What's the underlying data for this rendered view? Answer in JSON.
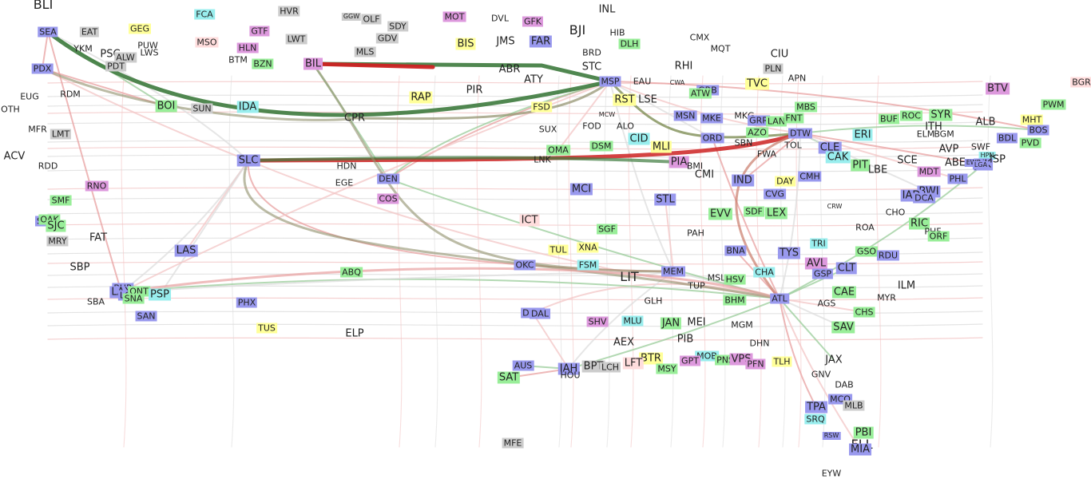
{
  "fill_colors": {
    "blue": "#9999ee",
    "green": "#99ee99",
    "yellow": "#ffff99",
    "pink": "#dd99dd",
    "cyan": "#99eeee",
    "lightpink": "#ffdddd",
    "gray": "#cccccc",
    "none": "transparent"
  },
  "route_colors": {
    "green_thick": "#3d7a3d",
    "red_thick": "#cc2222",
    "olive": "#8f8f6a",
    "light_red": "#e8a0a0",
    "light_green": "#99cc99",
    "faint_gray": "#dddddd",
    "faint_red": "#f3c6c6",
    "faint_green": "#cfe8cf"
  },
  "airports": [
    {
      "code": "BLI",
      "fill": "none",
      "size": "xl"
    },
    {
      "code": "SEA",
      "fill": "blue",
      "size": "n"
    },
    {
      "code": "EAT",
      "fill": "gray",
      "size": "n"
    },
    {
      "code": "GEG",
      "fill": "yellow",
      "size": "n"
    },
    {
      "code": "FCA",
      "fill": "cyan",
      "size": "n"
    },
    {
      "code": "HVR",
      "fill": "gray",
      "size": "n"
    },
    {
      "code": "GGW",
      "fill": "gray",
      "size": "sm"
    },
    {
      "code": "OLF",
      "fill": "gray",
      "size": "n"
    },
    {
      "code": "MOT",
      "fill": "pink",
      "size": "n"
    },
    {
      "code": "DVL",
      "fill": "none",
      "size": "n"
    },
    {
      "code": "GFK",
      "fill": "pink",
      "size": "n"
    },
    {
      "code": "INL",
      "fill": "none",
      "size": "big"
    },
    {
      "code": "GTF",
      "fill": "pink",
      "size": "n"
    },
    {
      "code": "MSO",
      "fill": "lightpink",
      "size": "n"
    },
    {
      "code": "LWT",
      "fill": "gray",
      "size": "n"
    },
    {
      "code": "SDY",
      "fill": "gray",
      "size": "n"
    },
    {
      "code": "GDV",
      "fill": "gray",
      "size": "n"
    },
    {
      "code": "BIS",
      "fill": "yellow",
      "size": "big"
    },
    {
      "code": "JMS",
      "fill": "none",
      "size": "big"
    },
    {
      "code": "FAR",
      "fill": "blue",
      "size": "big"
    },
    {
      "code": "BJI",
      "fill": "none",
      "size": "xl"
    },
    {
      "code": "HIB",
      "fill": "none",
      "size": "n"
    },
    {
      "code": "DLH",
      "fill": "green",
      "size": "n"
    },
    {
      "code": "YKM",
      "fill": "none",
      "size": "n"
    },
    {
      "code": "PUW",
      "fill": "none",
      "size": "n"
    },
    {
      "code": "PSC",
      "fill": "none",
      "size": "big"
    },
    {
      "code": "LWS",
      "fill": "none",
      "size": "n"
    },
    {
      "code": "ALW",
      "fill": "gray",
      "size": "n"
    },
    {
      "code": "PDT",
      "fill": "gray",
      "size": "n"
    },
    {
      "code": "HLN",
      "fill": "pink",
      "size": "n"
    },
    {
      "code": "MLS",
      "fill": "gray",
      "size": "n"
    },
    {
      "code": "BTM",
      "fill": "none",
      "size": "n"
    },
    {
      "code": "BZN",
      "fill": "green",
      "size": "n"
    },
    {
      "code": "BIL",
      "fill": "pink",
      "size": "big"
    },
    {
      "code": "CMX",
      "fill": "none",
      "size": "n"
    },
    {
      "code": "MQT",
      "fill": "none",
      "size": "n"
    },
    {
      "code": "CIU",
      "fill": "none",
      "size": "big"
    },
    {
      "code": "BRD",
      "fill": "none",
      "size": "n"
    },
    {
      "code": "STC",
      "fill": "none",
      "size": "big"
    },
    {
      "code": "ABR",
      "fill": "none",
      "size": "big"
    },
    {
      "code": "PLN",
      "fill": "gray",
      "size": "n"
    },
    {
      "code": "PDX",
      "fill": "blue",
      "size": "n"
    },
    {
      "code": "RHI",
      "fill": "none",
      "size": "big"
    },
    {
      "code": "APN",
      "fill": "none",
      "size": "n"
    },
    {
      "code": "ATY",
      "fill": "none",
      "size": "big"
    },
    {
      "code": "MSP",
      "fill": "blue",
      "size": "n"
    },
    {
      "code": "EAU",
      "fill": "none",
      "size": "n"
    },
    {
      "code": "CWA",
      "fill": "none",
      "size": "sm"
    },
    {
      "code": "TVC",
      "fill": "yellow",
      "size": "big"
    },
    {
      "code": "BTV",
      "fill": "pink",
      "size": "big"
    },
    {
      "code": "BGR",
      "fill": "lightpink",
      "size": "n"
    },
    {
      "code": "EUG",
      "fill": "none",
      "size": "n"
    },
    {
      "code": "RDM",
      "fill": "none",
      "size": "n"
    },
    {
      "code": "PIR",
      "fill": "none",
      "size": "big"
    },
    {
      "code": "RAP",
      "fill": "yellow",
      "size": "big"
    },
    {
      "code": "GRB",
      "fill": "blue",
      "size": "n"
    },
    {
      "code": "ATW",
      "fill": "green",
      "size": "n"
    },
    {
      "code": "RST",
      "fill": "yellow",
      "size": "big"
    },
    {
      "code": "LSE",
      "fill": "none",
      "size": "big"
    },
    {
      "code": "PWM",
      "fill": "green",
      "size": "n"
    },
    {
      "code": "BOI",
      "fill": "green",
      "size": "big"
    },
    {
      "code": "SUN",
      "fill": "gray",
      "size": "n"
    },
    {
      "code": "IDA",
      "fill": "cyan",
      "size": "big"
    },
    {
      "code": "OTH",
      "fill": "none",
      "size": "n"
    },
    {
      "code": "FSD",
      "fill": "yellow",
      "size": "n"
    },
    {
      "code": "MCW",
      "fill": "none",
      "size": "sm"
    },
    {
      "code": "MBS",
      "fill": "green",
      "size": "n"
    },
    {
      "code": "MSN",
      "fill": "blue",
      "size": "n"
    },
    {
      "code": "MKE",
      "fill": "blue",
      "size": "n"
    },
    {
      "code": "MKG",
      "fill": "none",
      "size": "n"
    },
    {
      "code": "GRR",
      "fill": "blue",
      "size": "n"
    },
    {
      "code": "LAN",
      "fill": "green",
      "size": "n"
    },
    {
      "code": "FNT",
      "fill": "green",
      "size": "n"
    },
    {
      "code": "BUF",
      "fill": "green",
      "size": "n"
    },
    {
      "code": "ROC",
      "fill": "green",
      "size": "n"
    },
    {
      "code": "SYR",
      "fill": "green",
      "size": "big"
    },
    {
      "code": "ALB",
      "fill": "none",
      "size": "big"
    },
    {
      "code": "MHT",
      "fill": "yellow",
      "size": "n"
    },
    {
      "code": "BOS",
      "fill": "blue",
      "size": "n"
    },
    {
      "code": "CPR",
      "fill": "none",
      "size": "big"
    },
    {
      "code": "FOD",
      "fill": "none",
      "size": "n"
    },
    {
      "code": "ALO",
      "fill": "none",
      "size": "n"
    },
    {
      "code": "SUX",
      "fill": "none",
      "size": "n"
    },
    {
      "code": "MFR",
      "fill": "none",
      "size": "n"
    },
    {
      "code": "LMT",
      "fill": "gray",
      "size": "n"
    },
    {
      "code": "CID",
      "fill": "cyan",
      "size": "big"
    },
    {
      "code": "MLI",
      "fill": "yellow",
      "size": "big"
    },
    {
      "code": "AZO",
      "fill": "green",
      "size": "n"
    },
    {
      "code": "ORD",
      "fill": "blue",
      "size": "n"
    },
    {
      "code": "SBN",
      "fill": "none",
      "size": "n"
    },
    {
      "code": "DTW",
      "fill": "blue",
      "size": "n"
    },
    {
      "code": "ERI",
      "fill": "cyan",
      "size": "big"
    },
    {
      "code": "ITH",
      "fill": "none",
      "size": "big"
    },
    {
      "code": "ELM",
      "fill": "none",
      "size": "n"
    },
    {
      "code": "BGM",
      "fill": "none",
      "size": "n"
    },
    {
      "code": "BDL",
      "fill": "blue",
      "size": "n"
    },
    {
      "code": "PVD",
      "fill": "green",
      "size": "n"
    },
    {
      "code": "DSM",
      "fill": "green",
      "size": "n"
    },
    {
      "code": "OMA",
      "fill": "green",
      "size": "n"
    },
    {
      "code": "TOL",
      "fill": "none",
      "size": "n"
    },
    {
      "code": "CLE",
      "fill": "blue",
      "size": "big"
    },
    {
      "code": "AVP",
      "fill": "none",
      "size": "big"
    },
    {
      "code": "SWF",
      "fill": "none",
      "size": "n"
    },
    {
      "code": "HPN",
      "fill": "cyan",
      "size": "sm"
    },
    {
      "code": "ACV",
      "fill": "none",
      "size": "big"
    },
    {
      "code": "FWA",
      "fill": "none",
      "size": "n"
    },
    {
      "code": "CAK",
      "fill": "cyan",
      "size": "big"
    },
    {
      "code": "SLC",
      "fill": "blue",
      "size": "big"
    },
    {
      "code": "LNK",
      "fill": "none",
      "size": "n"
    },
    {
      "code": "PIA",
      "fill": "pink",
      "size": "big"
    },
    {
      "code": "BMI",
      "fill": "none",
      "size": "n"
    },
    {
      "code": "SCE",
      "fill": "none",
      "size": "big"
    },
    {
      "code": "ABE",
      "fill": "none",
      "size": "big"
    },
    {
      "code": "JFK",
      "fill": "blue",
      "size": "big"
    },
    {
      "code": "ISP",
      "fill": "none",
      "size": "big"
    },
    {
      "code": "EWR",
      "fill": "blue",
      "size": "sm"
    },
    {
      "code": "LGA",
      "fill": "blue",
      "size": "sm"
    },
    {
      "code": "RDD",
      "fill": "none",
      "size": "n"
    },
    {
      "code": "HDN",
      "fill": "none",
      "size": "n"
    },
    {
      "code": "PIT",
      "fill": "green",
      "size": "big"
    },
    {
      "code": "LBE",
      "fill": "none",
      "size": "big"
    },
    {
      "code": "MDT",
      "fill": "pink",
      "size": "n"
    },
    {
      "code": "CMI",
      "fill": "none",
      "size": "big"
    },
    {
      "code": "PHL",
      "fill": "blue",
      "size": "n"
    },
    {
      "code": "EGE",
      "fill": "none",
      "size": "n"
    },
    {
      "code": "DEN",
      "fill": "blue",
      "size": "n"
    },
    {
      "code": "IND",
      "fill": "blue",
      "size": "big"
    },
    {
      "code": "DAY",
      "fill": "yellow",
      "size": "n"
    },
    {
      "code": "CMH",
      "fill": "blue",
      "size": "n"
    },
    {
      "code": "RNO",
      "fill": "pink",
      "size": "n"
    },
    {
      "code": "MCI",
      "fill": "blue",
      "size": "big"
    },
    {
      "code": "BWI",
      "fill": "blue",
      "size": "big"
    },
    {
      "code": "IAD",
      "fill": "blue",
      "size": "big"
    },
    {
      "code": "DCA",
      "fill": "blue",
      "size": "n"
    },
    {
      "code": "CVG",
      "fill": "blue",
      "size": "n"
    },
    {
      "code": "SMF",
      "fill": "green",
      "size": "n"
    },
    {
      "code": "COS",
      "fill": "pink",
      "size": "n"
    },
    {
      "code": "STL",
      "fill": "blue",
      "size": "big"
    },
    {
      "code": "CRW",
      "fill": "none",
      "size": "sm"
    },
    {
      "code": "SFO",
      "fill": "blue",
      "size": "n"
    },
    {
      "code": "OAK",
      "fill": "green",
      "size": "n"
    },
    {
      "code": "SJC",
      "fill": "green",
      "size": "big"
    },
    {
      "code": "EVV",
      "fill": "green",
      "size": "big"
    },
    {
      "code": "SDF",
      "fill": "green",
      "size": "n"
    },
    {
      "code": "LEX",
      "fill": "green",
      "size": "big"
    },
    {
      "code": "CHO",
      "fill": "none",
      "size": "n"
    },
    {
      "code": "ICT",
      "fill": "lightpink",
      "size": "big"
    },
    {
      "code": "SGF",
      "fill": "green",
      "size": "n"
    },
    {
      "code": "ROA",
      "fill": "none",
      "size": "n"
    },
    {
      "code": "RIC",
      "fill": "green",
      "size": "big"
    },
    {
      "code": "PHF",
      "fill": "none",
      "size": "n"
    },
    {
      "code": "ORF",
      "fill": "green",
      "size": "n"
    },
    {
      "code": "FAT",
      "fill": "none",
      "size": "big"
    },
    {
      "code": "PAH",
      "fill": "none",
      "size": "n"
    },
    {
      "code": "MRY",
      "fill": "gray",
      "size": "n"
    },
    {
      "code": "TRI",
      "fill": "cyan",
      "size": "n"
    },
    {
      "code": "TUL",
      "fill": "yellow",
      "size": "n"
    },
    {
      "code": "XNA",
      "fill": "yellow",
      "size": "n"
    },
    {
      "code": "LAS",
      "fill": "blue",
      "size": "big"
    },
    {
      "code": "BNA",
      "fill": "blue",
      "size": "n"
    },
    {
      "code": "TYS",
      "fill": "blue",
      "size": "big"
    },
    {
      "code": "GSO",
      "fill": "green",
      "size": "n"
    },
    {
      "code": "RDU",
      "fill": "blue",
      "size": "n"
    },
    {
      "code": "AVL",
      "fill": "pink",
      "size": "big"
    },
    {
      "code": "OKC",
      "fill": "blue",
      "size": "n"
    },
    {
      "code": "FSM",
      "fill": "cyan",
      "size": "n"
    },
    {
      "code": "SBP",
      "fill": "none",
      "size": "big"
    },
    {
      "code": "MEM",
      "fill": "blue",
      "size": "n"
    },
    {
      "code": "CHA",
      "fill": "cyan",
      "size": "n"
    },
    {
      "code": "GSP",
      "fill": "blue",
      "size": "n"
    },
    {
      "code": "CLT",
      "fill": "blue",
      "size": "big"
    },
    {
      "code": "ABQ",
      "fill": "green",
      "size": "n"
    },
    {
      "code": "LIT",
      "fill": "none",
      "size": "xl"
    },
    {
      "code": "MSL",
      "fill": "none",
      "size": "n"
    },
    {
      "code": "HSV",
      "fill": "green",
      "size": "n"
    },
    {
      "code": "CAE",
      "fill": "green",
      "size": "big"
    },
    {
      "code": "ILM",
      "fill": "none",
      "size": "big"
    },
    {
      "code": "BUR",
      "fill": "blue",
      "size": "n"
    },
    {
      "code": "LAX",
      "fill": "blue",
      "size": "big"
    },
    {
      "code": "LGB",
      "fill": "blue",
      "size": "n"
    },
    {
      "code": "ONT",
      "fill": "green",
      "size": "n"
    },
    {
      "code": "SNA",
      "fill": "green",
      "size": "n"
    },
    {
      "code": "PSP",
      "fill": "cyan",
      "size": "big"
    },
    {
      "code": "TUP",
      "fill": "none",
      "size": "n"
    },
    {
      "code": "ATL",
      "fill": "blue",
      "size": "n"
    },
    {
      "code": "MYR",
      "fill": "none",
      "size": "n"
    },
    {
      "code": "SBA",
      "fill": "none",
      "size": "n"
    },
    {
      "code": "PHX",
      "fill": "blue",
      "size": "n"
    },
    {
      "code": "GLH",
      "fill": "none",
      "size": "n"
    },
    {
      "code": "BHM",
      "fill": "green",
      "size": "n"
    },
    {
      "code": "AGS",
      "fill": "none",
      "size": "n"
    },
    {
      "code": "CHS",
      "fill": "green",
      "size": "n"
    },
    {
      "code": "SAN",
      "fill": "blue",
      "size": "n"
    },
    {
      "code": "DFW",
      "fill": "blue",
      "size": "n"
    },
    {
      "code": "DAL",
      "fill": "blue",
      "size": "n"
    },
    {
      "code": "TUS",
      "fill": "yellow",
      "size": "n"
    },
    {
      "code": "ELP",
      "fill": "none",
      "size": "big"
    },
    {
      "code": "SHV",
      "fill": "pink",
      "size": "n"
    },
    {
      "code": "MLU",
      "fill": "cyan",
      "size": "n"
    },
    {
      "code": "JAN",
      "fill": "green",
      "size": "big"
    },
    {
      "code": "MEI",
      "fill": "none",
      "size": "big"
    },
    {
      "code": "MGM",
      "fill": "none",
      "size": "n"
    },
    {
      "code": "SAV",
      "fill": "green",
      "size": "big"
    },
    {
      "code": "PIB",
      "fill": "none",
      "size": "big"
    },
    {
      "code": "AEX",
      "fill": "none",
      "size": "big"
    },
    {
      "code": "DHN",
      "fill": "none",
      "size": "n"
    },
    {
      "code": "BTR",
      "fill": "yellow",
      "size": "big"
    },
    {
      "code": "MOB",
      "fill": "cyan",
      "size": "n"
    },
    {
      "code": "LFT",
      "fill": "lightpink",
      "size": "big"
    },
    {
      "code": "GPT",
      "fill": "pink",
      "size": "n"
    },
    {
      "code": "PNS",
      "fill": "green",
      "size": "n"
    },
    {
      "code": "VPS",
      "fill": "pink",
      "size": "big"
    },
    {
      "code": "PFN",
      "fill": "pink",
      "size": "n"
    },
    {
      "code": "TLH",
      "fill": "yellow",
      "size": "n"
    },
    {
      "code": "JAX",
      "fill": "none",
      "size": "big"
    },
    {
      "code": "AUS",
      "fill": "blue",
      "size": "n"
    },
    {
      "code": "MSY",
      "fill": "green",
      "size": "n"
    },
    {
      "code": "IAH",
      "fill": "blue",
      "size": "big"
    },
    {
      "code": "BPT",
      "fill": "gray",
      "size": "big"
    },
    {
      "code": "LCH",
      "fill": "gray",
      "size": "n"
    },
    {
      "code": "SAT",
      "fill": "green",
      "size": "big"
    },
    {
      "code": "HOU",
      "fill": "none",
      "size": "n"
    },
    {
      "code": "GNV",
      "fill": "none",
      "size": "n"
    },
    {
      "code": "DAB",
      "fill": "none",
      "size": "n"
    },
    {
      "code": "MCO",
      "fill": "blue",
      "size": "n"
    },
    {
      "code": "MLB",
      "fill": "gray",
      "size": "n"
    },
    {
      "code": "TPA",
      "fill": "blue",
      "size": "big"
    },
    {
      "code": "SRQ",
      "fill": "cyan",
      "size": "n"
    },
    {
      "code": "RSW",
      "fill": "blue",
      "size": "sm"
    },
    {
      "code": "PBI",
      "fill": "green",
      "size": "big"
    },
    {
      "code": "FLL",
      "fill": "none",
      "size": "xl"
    },
    {
      "code": "MIA",
      "fill": "blue",
      "size": "big"
    },
    {
      "code": "MFE",
      "fill": "gray",
      "size": "n"
    },
    {
      "code": "EYW",
      "fill": "none",
      "size": "n"
    }
  ]
}
